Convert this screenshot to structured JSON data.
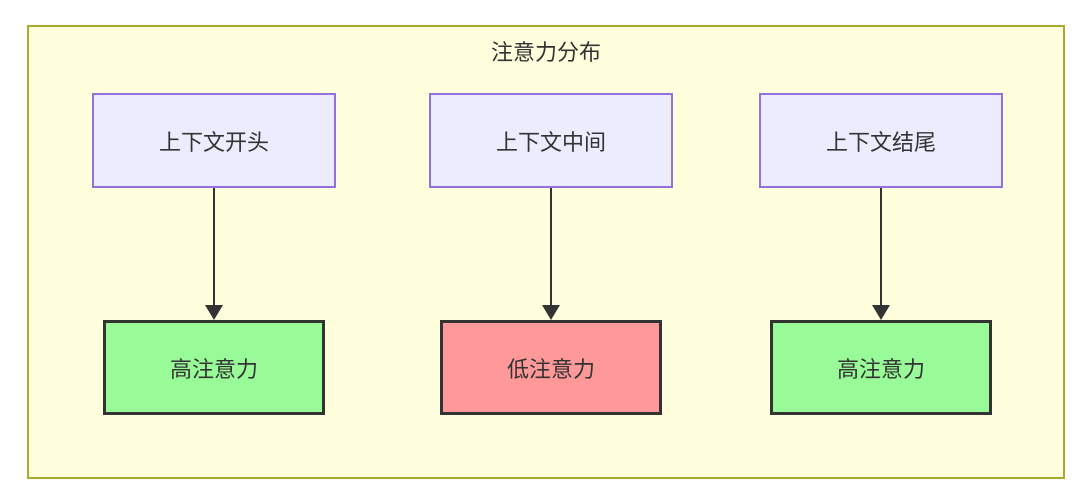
{
  "diagram": {
    "title": "注意力分布",
    "container": {
      "background": "#ffffde",
      "border_color": "#aaaa33"
    },
    "node_style": {
      "background": "#ececff",
      "border_color": "#9370db",
      "text_color": "#333333"
    },
    "edge_color": "#333333",
    "columns": [
      {
        "source_label": "上下文开头",
        "result_label": "高注意力",
        "level": "high",
        "result_color": "#98fb98"
      },
      {
        "source_label": "上下文中间",
        "result_label": "低注意力",
        "level": "low",
        "result_color": "#ff9999"
      },
      {
        "source_label": "上下文结尾",
        "result_label": "高注意力",
        "level": "high",
        "result_color": "#98fb98"
      }
    ]
  }
}
